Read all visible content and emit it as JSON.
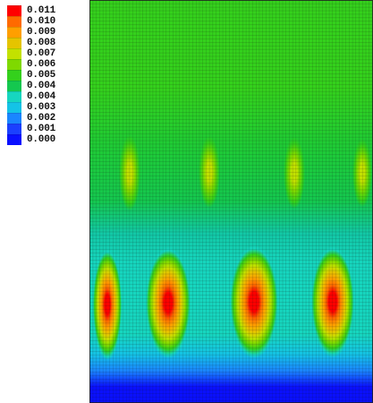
{
  "legend": {
    "entries": [
      {
        "label": "0.011",
        "color": "#ff0000"
      },
      {
        "label": "0.010",
        "color": "#ff6a00"
      },
      {
        "label": "0.009",
        "color": "#ff9f00"
      },
      {
        "label": "0.008",
        "color": "#e5c400"
      },
      {
        "label": "0.007",
        "color": "#c3e100"
      },
      {
        "label": "0.006",
        "color": "#7fd900"
      },
      {
        "label": "0.005",
        "color": "#34d11c"
      },
      {
        "label": "0.004",
        "color": "#14c84f"
      },
      {
        "label": "0.004",
        "color": "#16d6bf"
      },
      {
        "label": "0.003",
        "color": "#14c3e6"
      },
      {
        "label": "0.002",
        "color": "#1a86ff"
      },
      {
        "label": "0.001",
        "color": "#1b40ff"
      },
      {
        "label": "0.000",
        "color": "#0a10ff"
      }
    ]
  },
  "plot": {
    "mesh": {
      "line_color": "#101010",
      "columns": 86,
      "rows": 117
    }
  }
}
